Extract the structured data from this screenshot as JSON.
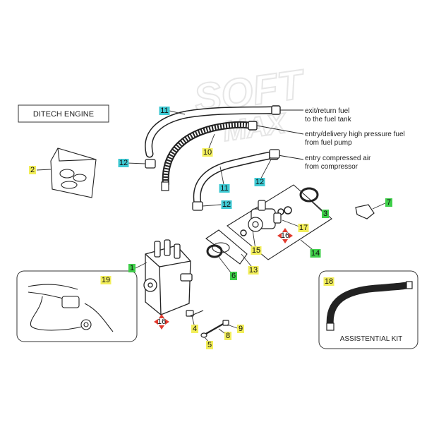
{
  "watermark": "SOFT",
  "watermark_sub": "MAX",
  "engine_label": "DITECH ENGINE",
  "kit_label": "ASSISTENTIAL KIT",
  "annotations": {
    "return": [
      "exit/return fuel",
      "to the fuel tank"
    ],
    "delivery": [
      "entry/delivery high pressure fuel",
      "from fuel pump"
    ],
    "compressed": [
      "entry compressed air",
      "from compressor"
    ]
  },
  "colors": {
    "yellow": "#f2ee5a",
    "green": "#3fcf4a",
    "cyan": "#3ec9d3",
    "red": "#e23a2e"
  },
  "parts": [
    {
      "num": "1",
      "color": "green"
    },
    {
      "num": "2",
      "color": "yellow"
    },
    {
      "num": "3",
      "color": "green"
    },
    {
      "num": "4",
      "color": "yellow"
    },
    {
      "num": "5",
      "color": "yellow"
    },
    {
      "num": "6",
      "color": "green"
    },
    {
      "num": "7",
      "color": "green"
    },
    {
      "num": "8",
      "color": "yellow"
    },
    {
      "num": "9",
      "color": "yellow"
    },
    {
      "num": "10",
      "color": "yellow"
    },
    {
      "num": "11",
      "color": "cyan"
    },
    {
      "num": "11",
      "color": "cyan"
    },
    {
      "num": "12",
      "color": "cyan"
    },
    {
      "num": "12",
      "color": "cyan"
    },
    {
      "num": "12",
      "color": "cyan"
    },
    {
      "num": "13",
      "color": "yellow"
    },
    {
      "num": "14",
      "color": "green"
    },
    {
      "num": "15",
      "color": "yellow"
    },
    {
      "num": "16",
      "color": "red"
    },
    {
      "num": "16",
      "color": "red"
    },
    {
      "num": "17",
      "color": "yellow"
    },
    {
      "num": "18",
      "color": "yellow"
    },
    {
      "num": "19",
      "color": "yellow"
    }
  ]
}
